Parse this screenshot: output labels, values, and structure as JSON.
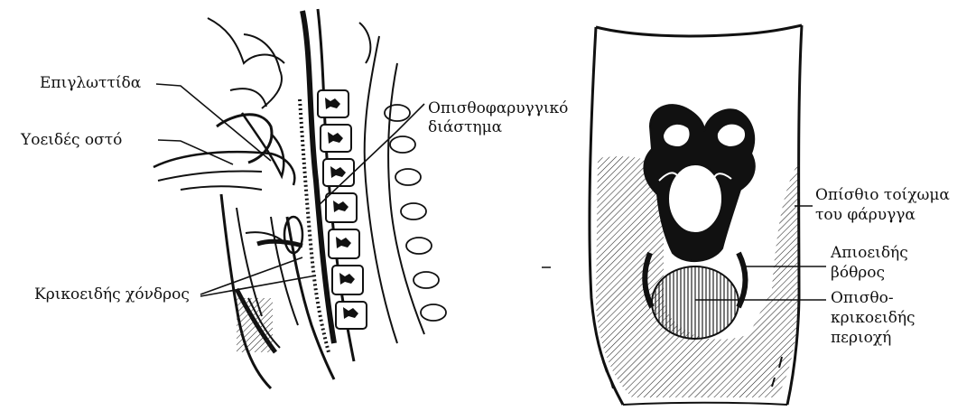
{
  "left_figure": {
    "labels": {
      "epiglottis": "Επιγλωττίδα",
      "hyoid": "Υοειδές οστό",
      "cricoid": "Κρικοειδής χόνδρος",
      "retropharyngeal_line1": "Οπισθοφαρυγγικό",
      "retropharyngeal_line2": "διάστημα"
    }
  },
  "right_figure": {
    "labels": {
      "posterior_wall_line1": "Οπίσθιο τοίχωμα",
      "posterior_wall_line2": "του φάρυγγα",
      "piriform_line1": "Απιοειδής",
      "piriform_line2": "βόθρος",
      "postcricoid_line1": "Οπισθο-",
      "postcricoid_line2": "κρικοειδής",
      "postcricoid_line3": "περιοχή"
    }
  },
  "colors": {
    "ink": "#111111",
    "background": "#ffffff"
  }
}
